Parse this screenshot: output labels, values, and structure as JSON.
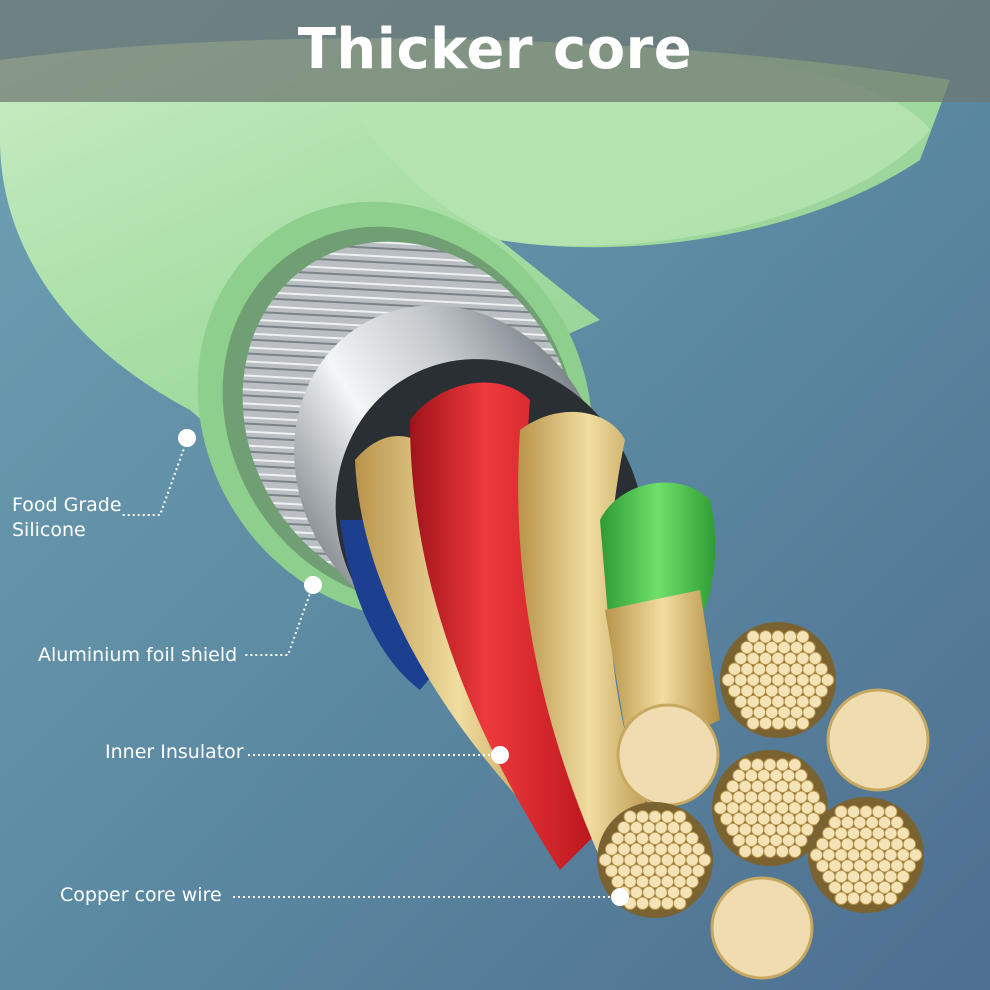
{
  "title": "Thicker core",
  "labels": {
    "silicone": {
      "line1": "Food Grade",
      "line2": "Silicone"
    },
    "foil": "Aluminium foil shield",
    "insulator": "Inner Insulator",
    "copper": "Copper core wire"
  },
  "colors": {
    "background": "#5d8aa3",
    "silicone_jacket": "#a9dea9",
    "foil_silver": "#d7d9da",
    "red_insulator": "#d8232a",
    "blue_insulator": "#1c3f8f",
    "green_insulator": "#4cc24a",
    "copper_gold": "#e6cf8a",
    "banner": "#6e7670"
  }
}
